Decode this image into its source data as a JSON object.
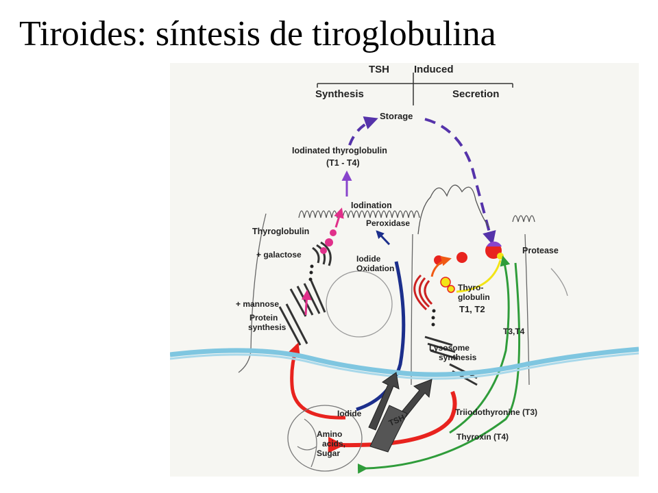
{
  "slide": {
    "title": "Tiroides: síntesis de tiroglobulina"
  },
  "diagram": {
    "header": {
      "left": "TSH",
      "right": "Induced"
    },
    "branches": {
      "left": "Synthesis",
      "right": "Secretion"
    },
    "labels": {
      "storage": "Storage",
      "iodinated_line1": "Iodinated thyroglobulin",
      "iodinated_line2": "(T1 - T4)",
      "iodination": "Iodination",
      "peroxidase": "Peroxidase",
      "thyroglobulin": "Thyroglobulin",
      "galactose": "+ galactose",
      "iodide_oxidation_line1": "Iodide",
      "iodide_oxidation_line2": "Oxidation",
      "mannose": "+ mannose",
      "protein_synthesis_line1": "Protein",
      "protein_synthesis_line2": "synthesis",
      "protease": "Protease",
      "thyroglobulin_t1t2_line1": "Thyro-",
      "thyroglobulin_t1t2_line2": "globulin",
      "thyroglobulin_t1t2_line3": "T1, T2",
      "t3t4": "T3,T4",
      "lysosome_line1": "Lysosome",
      "lysosome_line2": "synthesis",
      "iodide": "Iodide",
      "tsh": "TSH",
      "triiodothyronine": "Triiodothyronine (T3)",
      "thyroxin": "Thyroxin (T4)",
      "amino_line1": "Amino",
      "amino_line2": "acids,",
      "amino_line3": "Sugar"
    },
    "colors": {
      "storage_arrow": "#5533aa",
      "iodination_arrow": "#8844cc",
      "pink_pathway": "#e0308a",
      "red_pathway": "#e8231e",
      "orange_pathway": "#f05a14",
      "yellow_pathway": "#f2e416",
      "green_pathway": "#2f9c3a",
      "blue_pathway": "#1c2f8c",
      "basement_membrane": "#7fc6e0",
      "tsh_arrow": "#444444"
    }
  }
}
